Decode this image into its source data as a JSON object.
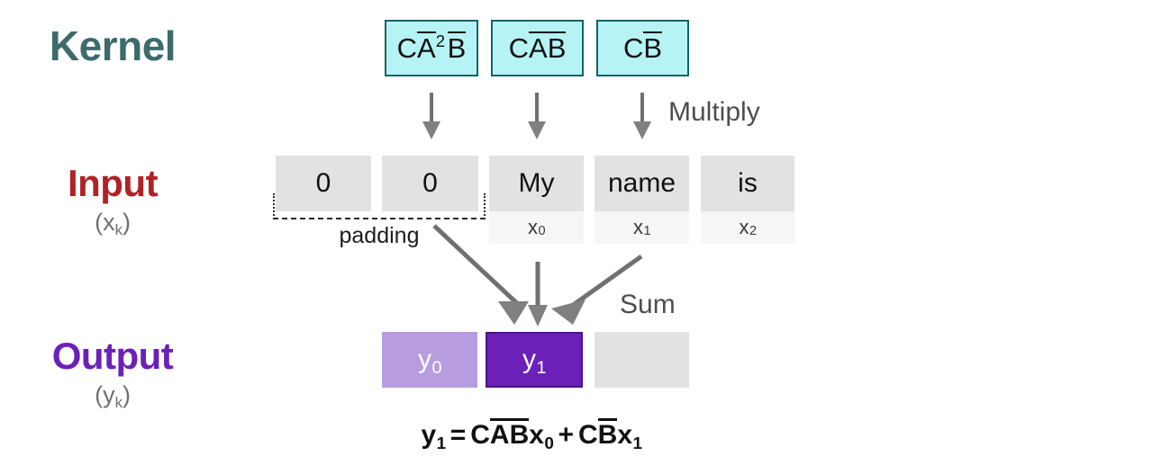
{
  "diagram": {
    "title_rows": {
      "kernel": {
        "label": "Kernel",
        "color": "#3d6b6b"
      },
      "input": {
        "label": "Input",
        "sublabel_base": "x",
        "sublabel_sub": "k",
        "color": "#b02226"
      },
      "output": {
        "label": "Output",
        "sublabel_base": "y",
        "sublabel_sub": "k",
        "color": "#6b21b8"
      }
    },
    "kernel_row": {
      "boxes": [
        {
          "name": "kernel-term-0",
          "text": "CA²B",
          "parts": {
            "c": "C",
            "a": "A",
            "exp": "2",
            "b": "B"
          }
        },
        {
          "name": "kernel-term-1",
          "text": "CAB",
          "parts": {
            "c": "C",
            "a": "A",
            "exp": "",
            "b": "B"
          }
        },
        {
          "name": "kernel-term-2",
          "text": "CB",
          "parts": {
            "c": "C",
            "a": "",
            "exp": "",
            "b": "B"
          }
        }
      ],
      "box_fill": "#b6f3f4",
      "box_border": "#156363"
    },
    "multiply_label": "Multiply",
    "input_row": {
      "cells": [
        {
          "word": "0",
          "index": "",
          "is_padding": true
        },
        {
          "word": "0",
          "index": "",
          "is_padding": true
        },
        {
          "word": "My",
          "index": "0",
          "is_padding": false
        },
        {
          "word": "name",
          "index": "1",
          "is_padding": false
        },
        {
          "word": "is",
          "index": "2",
          "is_padding": false
        }
      ],
      "index_base": "x",
      "cell_fill": "#e2e2e2",
      "index_fill": "#f6f6f6"
    },
    "padding_label": "padding",
    "sum_label": "Sum",
    "output_row": {
      "cells": [
        {
          "base": "y",
          "index": "0",
          "state": "computed",
          "fill": "#b79ce0"
        },
        {
          "base": "y",
          "index": "1",
          "state": "active",
          "fill": "#6b21b8"
        },
        {
          "base": "",
          "index": "",
          "state": "empty",
          "fill": "#e2e2e2"
        }
      ]
    },
    "equation": {
      "lhs_base": "y",
      "lhs_index": "1",
      "equals": "=",
      "term1": {
        "c": "C",
        "a": "A",
        "b": "B",
        "x": "x",
        "xi": "0"
      },
      "plus": "+",
      "term2": {
        "c": "C",
        "b": "B",
        "x": "x",
        "xi": "1"
      },
      "full_text": "y₁ = CĀB̄x₀ + CB̄x₁"
    }
  }
}
